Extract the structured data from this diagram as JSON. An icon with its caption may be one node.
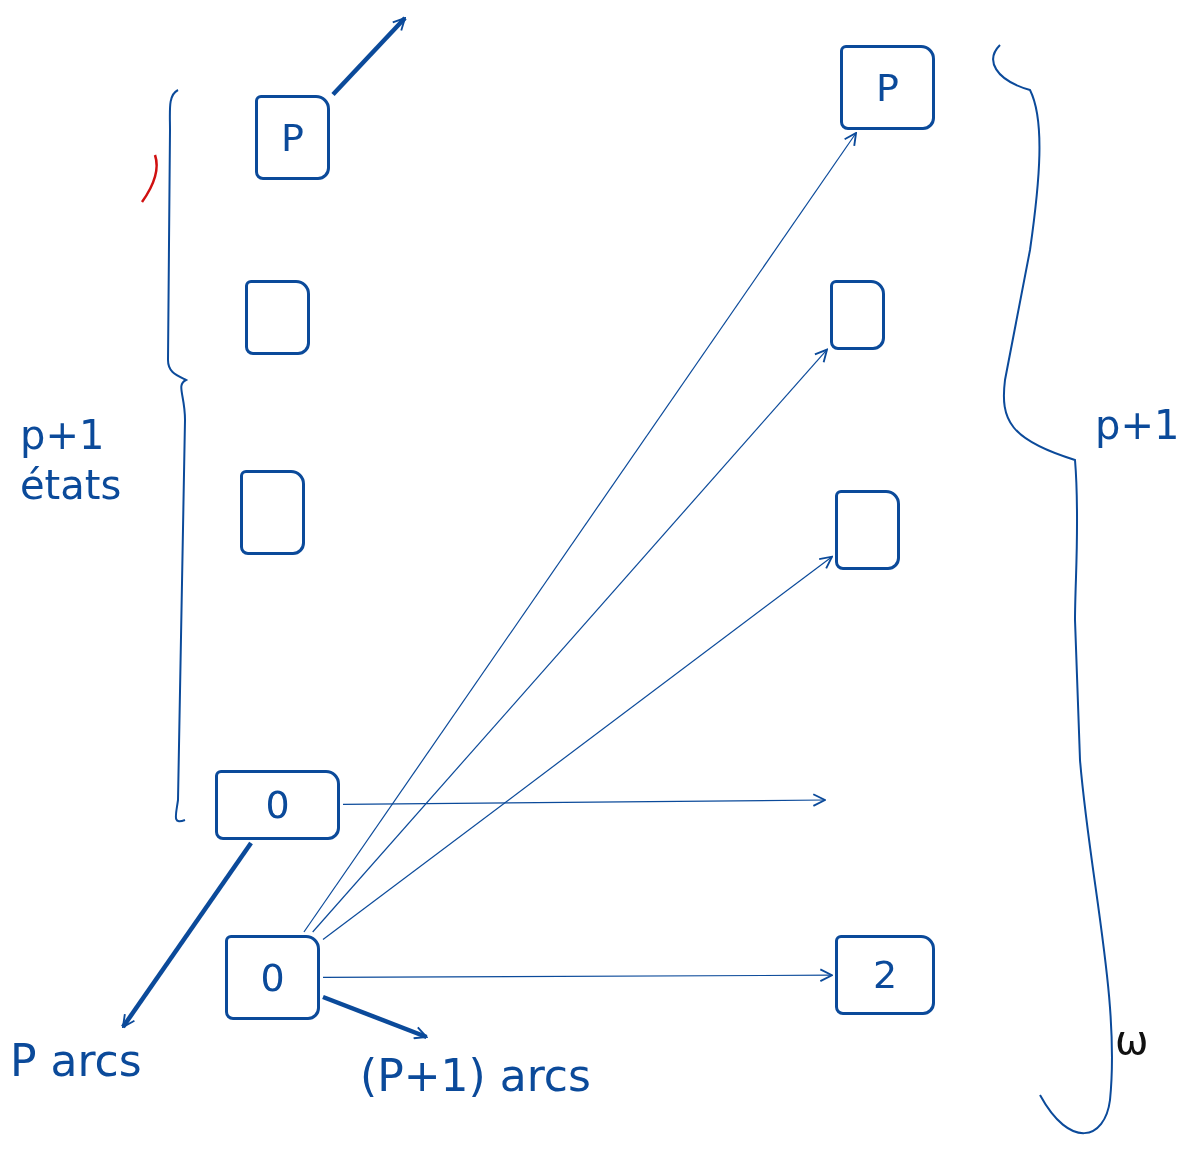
{
  "diagram": {
    "nodes": [
      {
        "text": [
          "P"
        ]
      },
      {
        "text": [],
        "shape": "box"
      },
      {
        "text": [],
        "shape": "box"
      },
      {
        "text": [
          "0"
        ]
      },
      {
        "text": [
          "0"
        ]
      },
      {
        "text": [
          "P"
        ]
      },
      {
        "text": [],
        "shape": "box"
      },
      {
        "text": [],
        "shape": "box"
      },
      {
        "text": [
          "2"
        ]
      },
      {
        "text": [
          "P arcs"
        ]
      },
      {
        "text": [
          "(P+1) arcs"
        ]
      }
    ],
    "edges": [
      {
        "from": 0,
        "to": null,
        "arrow": "to",
        "style": "thick"
      },
      {
        "from": 3,
        "to": null,
        "arrow": "to"
      },
      {
        "from": 3,
        "to": 9,
        "arrow": "to",
        "style": "thick"
      },
      {
        "from": 4,
        "to": 5,
        "arrow": "to"
      },
      {
        "from": 4,
        "to": 6,
        "arrow": "to"
      },
      {
        "from": 4,
        "to": 7,
        "arrow": "to"
      },
      {
        "from": 4,
        "to": 8,
        "arrow": "to"
      },
      {
        "from": 4,
        "to": 10,
        "arrow": "to",
        "style": "thick"
      }
    ],
    "labels": [
      "p+1 états",
      "p+1",
      "ω"
    ]
  }
}
